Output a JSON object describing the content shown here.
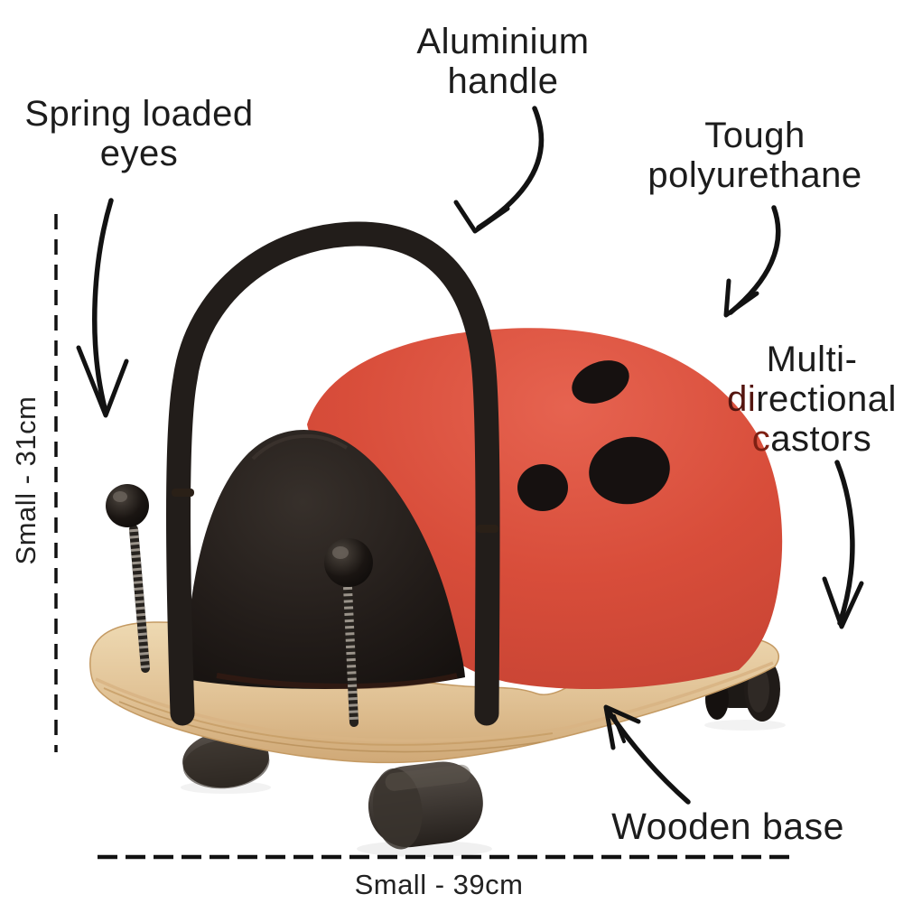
{
  "labels": {
    "handle": {
      "line1": "Aluminium",
      "line2": "handle"
    },
    "eyes": {
      "line1": "Spring loaded",
      "line2": "eyes"
    },
    "polyurethane": {
      "line1": "Tough",
      "line2": "polyurethane"
    },
    "castors": {
      "line1": "Multi-",
      "line2_red": "di",
      "line2_rest": "rectional",
      "line3_red": "c",
      "line3_rest": "astors"
    },
    "base": {
      "text": "Wooden base"
    }
  },
  "dimensions": {
    "height": "Small - 31cm",
    "width": "Small - 39cm"
  },
  "colors": {
    "body_red": "#d44936",
    "body_red_highlight": "#e05a44",
    "body_red_shadow": "#b23a2a",
    "head_black": "#1b1614",
    "wood": "#dcba88",
    "wood_light": "#e9d2a8",
    "metal": "#b9b9b9",
    "text": "#1c1c1c",
    "tint_maroon": "#54150f",
    "tint_red": "#7e2013"
  }
}
